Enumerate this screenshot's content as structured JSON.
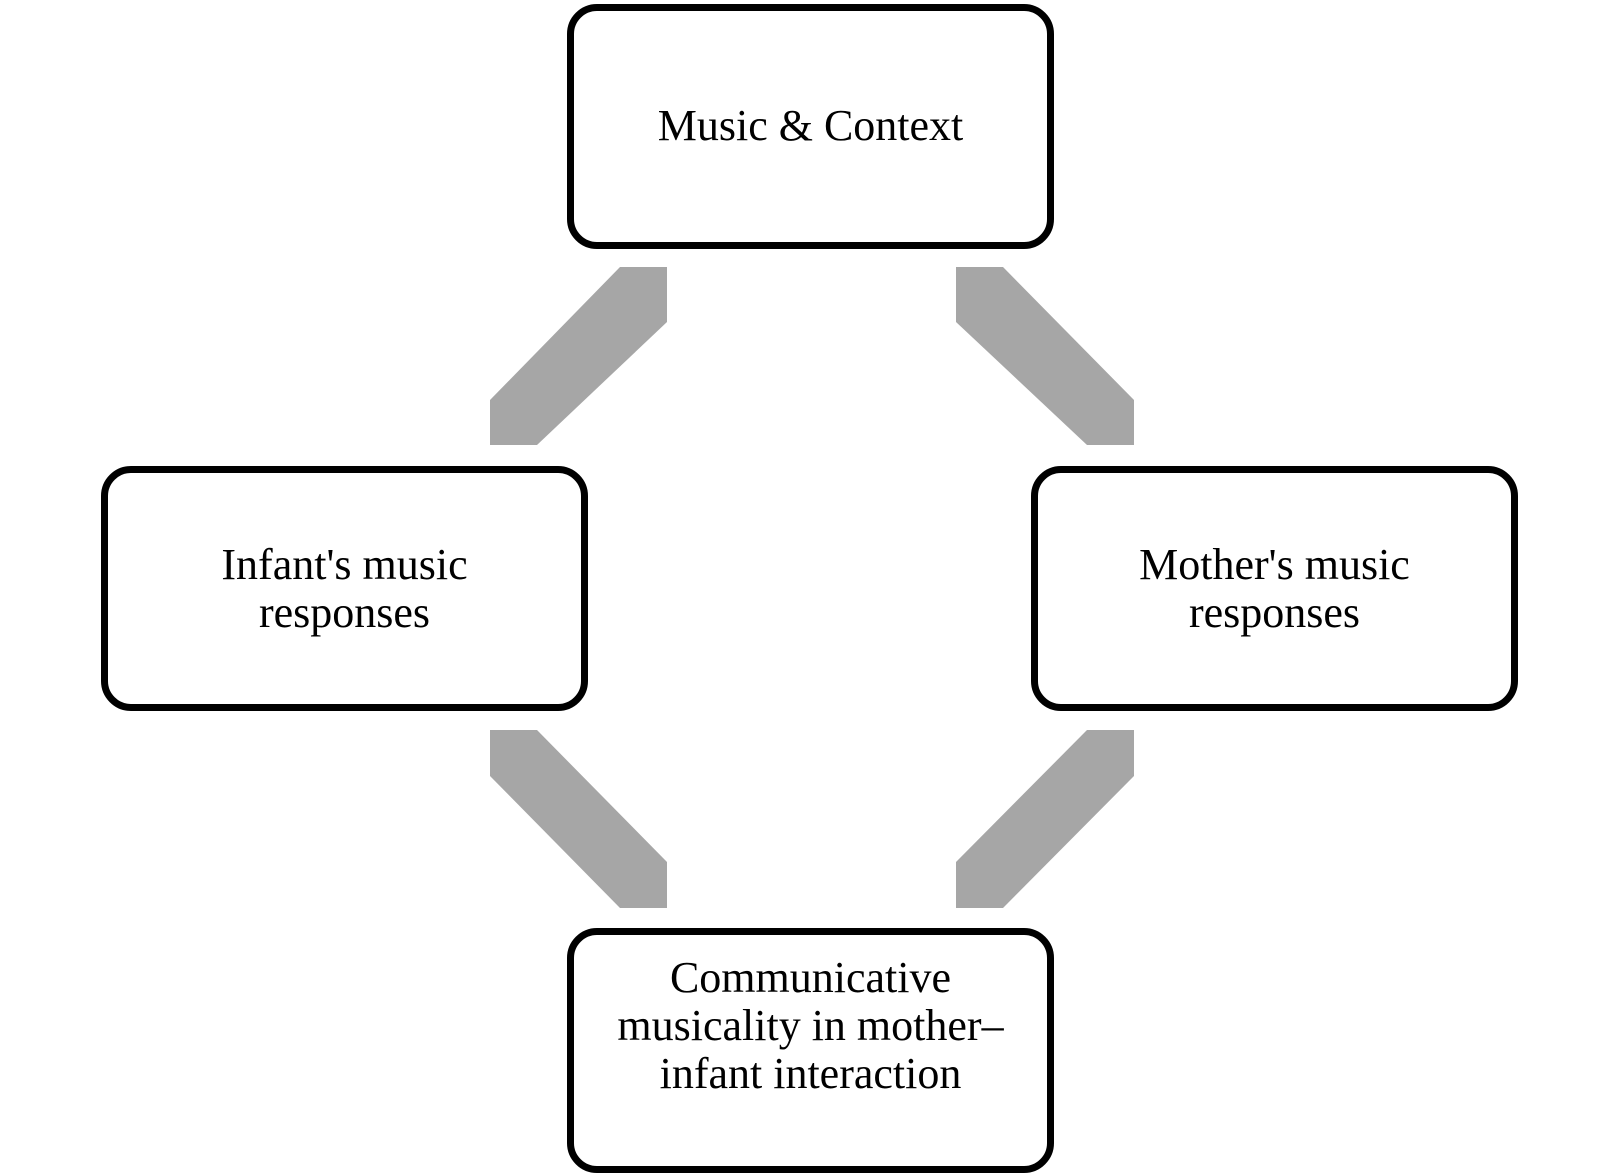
{
  "diagram": {
    "colors": {
      "box_border": "#000000",
      "box_fill": "#ffffff",
      "arrow": "#a6a6a6",
      "text": "#000000",
      "background": "#ffffff"
    },
    "nodes": {
      "top": {
        "label": "Music & Context"
      },
      "left": {
        "label": "Infant's music\nresponses"
      },
      "right": {
        "label": "Mother's music\nresponses"
      },
      "bottom": {
        "label": "Communicative\nmusicality in mother–\ninfant interaction"
      }
    },
    "edges": [
      {
        "from": "top",
        "to": "left",
        "style": "double-headed-arrow"
      },
      {
        "from": "top",
        "to": "right",
        "style": "double-headed-arrow"
      },
      {
        "from": "left",
        "to": "bottom",
        "style": "double-headed-arrow"
      },
      {
        "from": "right",
        "to": "bottom",
        "style": "double-headed-arrow"
      }
    ]
  }
}
